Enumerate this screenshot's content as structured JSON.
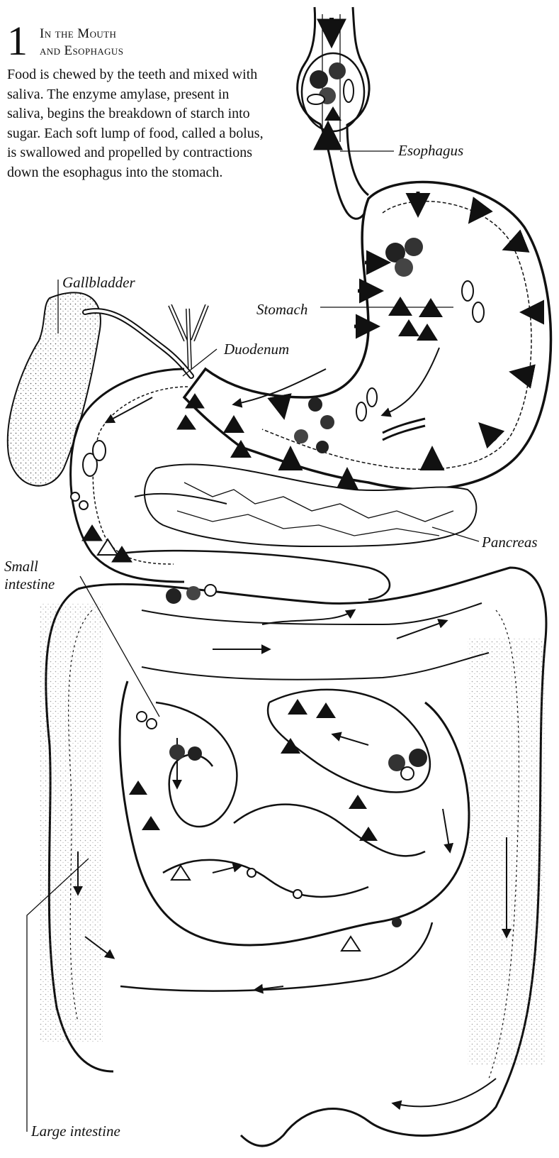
{
  "step": {
    "number": "1",
    "heading_line1": "In the Mouth",
    "heading_line2": "and Esophagus",
    "body": "Food is chewed by the teeth and mixed with saliva. The enzyme amylase, present in saliva, begins the breakdown of starch into sugar. Each soft lump of food, called a bolus, is swallowed and propelled by contractions down the esophagus into the stomach."
  },
  "labels": {
    "esophagus": "Esophagus",
    "gallbladder": "Gallbladder",
    "stomach": "Stomach",
    "duodenum": "Duodenum",
    "pancreas": "Pancreas",
    "small_intestine_line1": "Small",
    "small_intestine_line2": "intestine",
    "large_intestine": "Large intestine"
  },
  "colors": {
    "ink": "#111111",
    "paper": "#ffffff"
  }
}
